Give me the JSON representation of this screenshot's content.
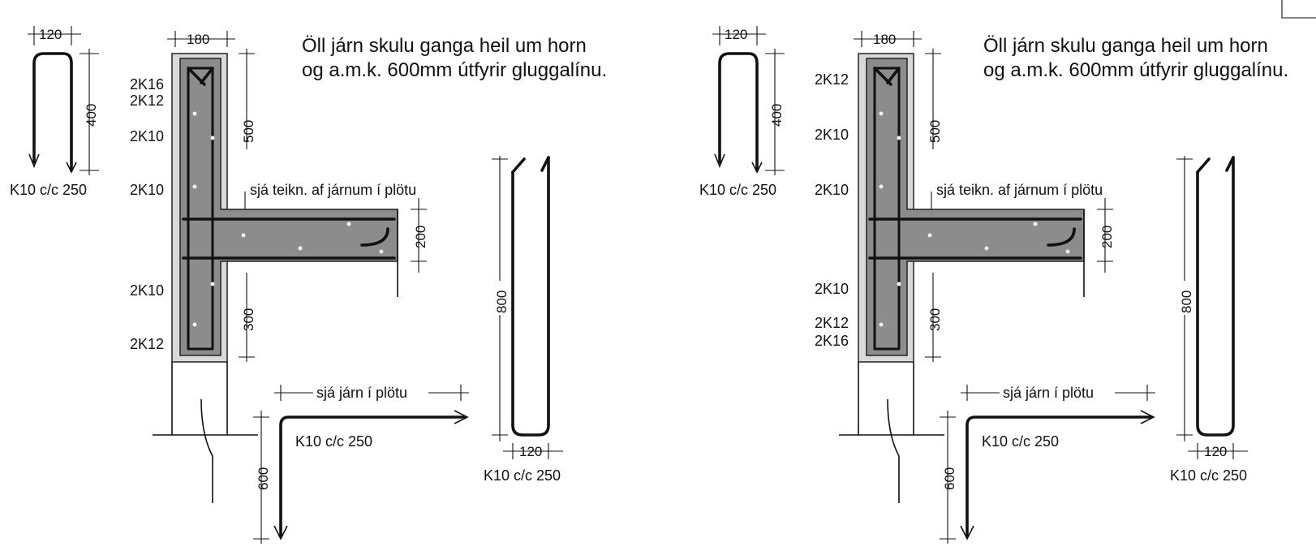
{
  "title_box": "",
  "details": [
    {
      "note_line1": "Öll járn skulu ganga heil um horn",
      "note_line2": "og a.m.k. 600mm útfyrir gluggalínu.",
      "wall_width_dim": "180",
      "top_dim": "500",
      "bottom_dim": "300",
      "slab_dim": "200",
      "slab_note": "sjá teikn. af járnum í plötu",
      "slab_bar_note": "sjá járn í plötu",
      "lbar_spec": "K10 c/c 250",
      "lbar_dim": "600",
      "ubar_small": {
        "width": "120",
        "height": "400",
        "spec": "K10 c/c 250"
      },
      "ubar_large": {
        "width": "120",
        "height": "800",
        "spec": "K10 c/c 250"
      },
      "rebar_labels": [
        "2K16",
        "2K12",
        "2K10",
        "2K10",
        "2K10",
        "2K12"
      ]
    },
    {
      "note_line1": "Öll járn skulu ganga heil um horn",
      "note_line2": "og a.m.k. 600mm útfyrir gluggalínu.",
      "wall_width_dim": "180",
      "top_dim": "500",
      "bottom_dim": "300",
      "slab_dim": "200",
      "slab_note": "sjá teikn. af járnum í plötu",
      "slab_bar_note": "sjá járn í plötu",
      "lbar_spec": "K10 c/c 250",
      "lbar_dim": "600",
      "ubar_small": {
        "width": "120",
        "height": "400",
        "spec": "K10 c/c 250"
      },
      "ubar_large": {
        "width": "120",
        "height": "800",
        "spec": "K10 c/c 250"
      },
      "rebar_labels": [
        "2K12",
        "2K10",
        "2K10",
        "2K10",
        "2K12",
        "2K16"
      ]
    }
  ]
}
